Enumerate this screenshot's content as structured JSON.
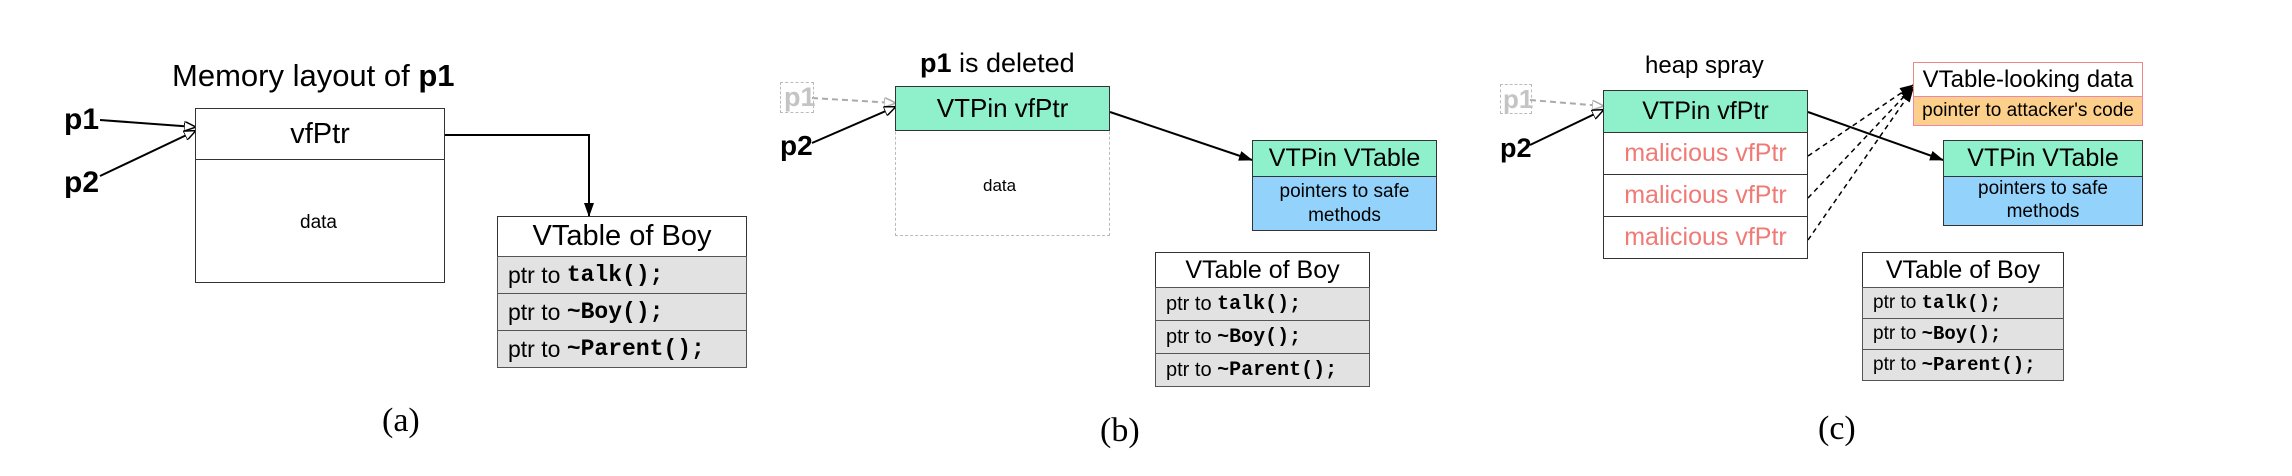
{
  "panel_a": {
    "title_prefix": "Memory layout of ",
    "title_bold": "p1",
    "p1": "p1",
    "p2": "p2",
    "vfptr": "vfPtr",
    "data": "data",
    "vtable_title": "VTable of Boy",
    "rows": [
      {
        "prefix": "ptr to ",
        "code": "talk();"
      },
      {
        "prefix": "ptr to ",
        "code": "~Boy();"
      },
      {
        "prefix": "ptr to ",
        "code": "~Parent();"
      }
    ],
    "caption": "(a)"
  },
  "panel_b": {
    "title_bold": "p1",
    "title_rest": " is deleted",
    "p1": "p1",
    "p2": "p2",
    "vtpin_vfptr": "VTPin vfPtr",
    "data": "data",
    "vtpin_vtable": "VTPin VTable",
    "safe_methods": "pointers to safe methods",
    "vtable_title": "VTable of Boy",
    "rows": [
      {
        "prefix": "ptr to ",
        "code": "talk();"
      },
      {
        "prefix": "ptr to ",
        "code": "~Boy();"
      },
      {
        "prefix": "ptr to ",
        "code": "~Parent();"
      }
    ],
    "caption": "(b)"
  },
  "panel_c": {
    "title": "heap spray",
    "p1": "p1",
    "p2": "p2",
    "vtpin_vfptr": "VTPin vfPtr",
    "malicious": [
      "malicious vfPtr",
      "malicious vfPtr",
      "malicious vfPtr"
    ],
    "vtable_looking": "VTable-looking data",
    "attacker_code": "pointer to attacker's code",
    "vtpin_vtable": "VTPin VTable",
    "safe_methods": "pointers to safe methods",
    "vtable_title": "VTable of Boy",
    "rows": [
      {
        "prefix": "ptr to ",
        "code": "talk();"
      },
      {
        "prefix": "ptr to ",
        "code": "~Boy();"
      },
      {
        "prefix": "ptr to ",
        "code": "~Parent();"
      }
    ],
    "caption": "(c)"
  },
  "colors": {
    "vtpin_green": "#8ff0cc",
    "safe_blue": "#92d2fb",
    "attacker_orange": "#fcd08a",
    "malicious_red": "#ef7a76",
    "deleted_gray": "#b8b8b8"
  }
}
